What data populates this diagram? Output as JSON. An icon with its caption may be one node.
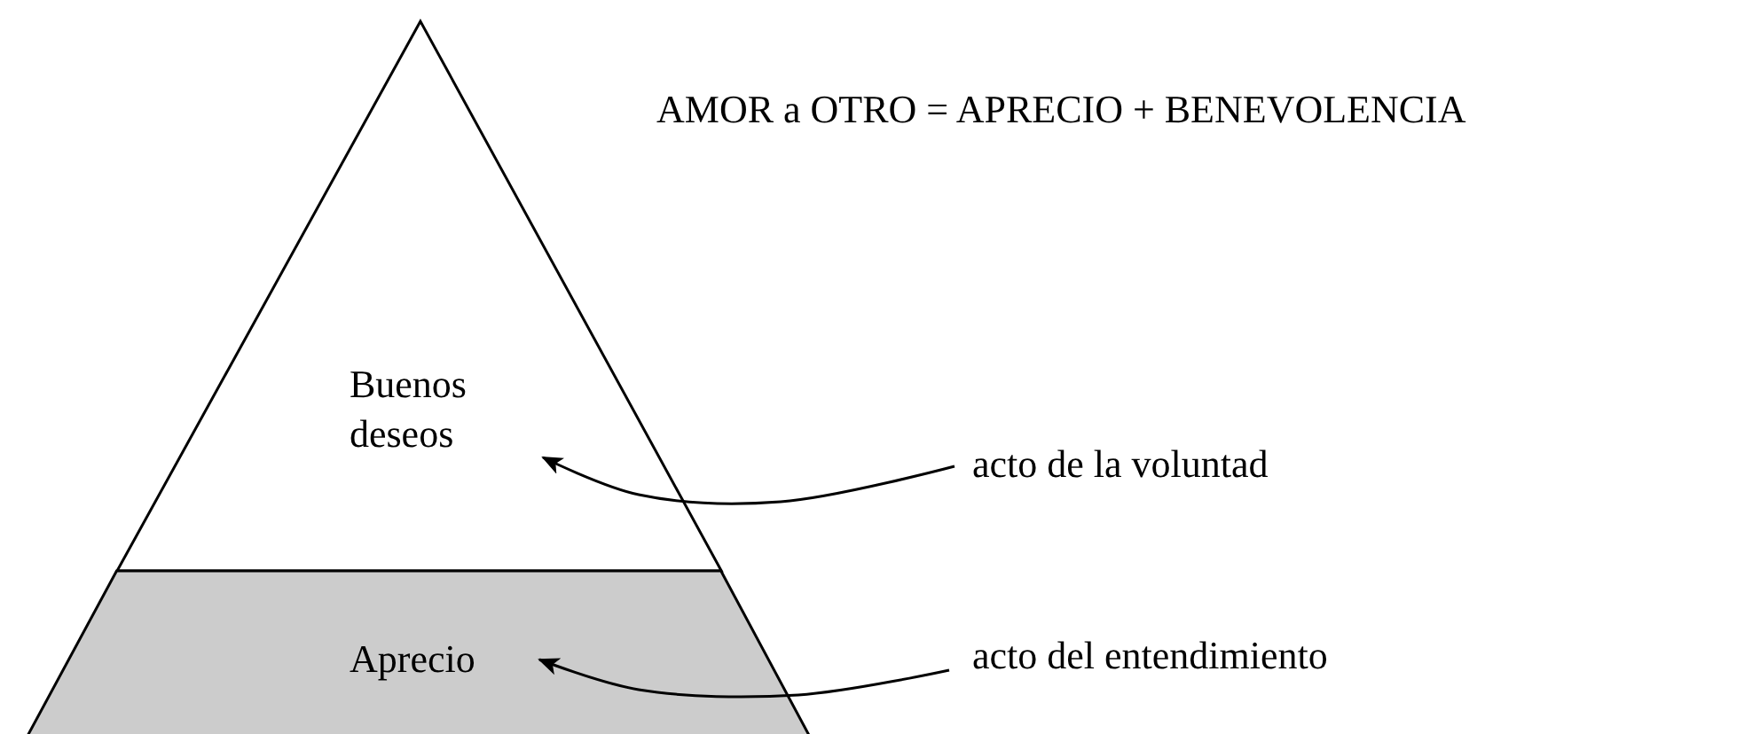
{
  "diagram": {
    "nodes": [
      {
        "text": [
          "Buenos deseos"
        ]
      },
      {
        "text": [
          "Aprecio"
        ]
      },
      {
        "text": [
          "acto de la voluntad"
        ]
      },
      {
        "text": [
          "acto del entendimiento"
        ]
      }
    ],
    "edges": [
      {
        "from": 2,
        "to": 0,
        "arrow": "to"
      },
      {
        "from": 3,
        "to": 1,
        "arrow": "to"
      }
    ],
    "labels": [
      "AMOR a OTRO = APRECIO + BENEVOLENCIA"
    ]
  }
}
